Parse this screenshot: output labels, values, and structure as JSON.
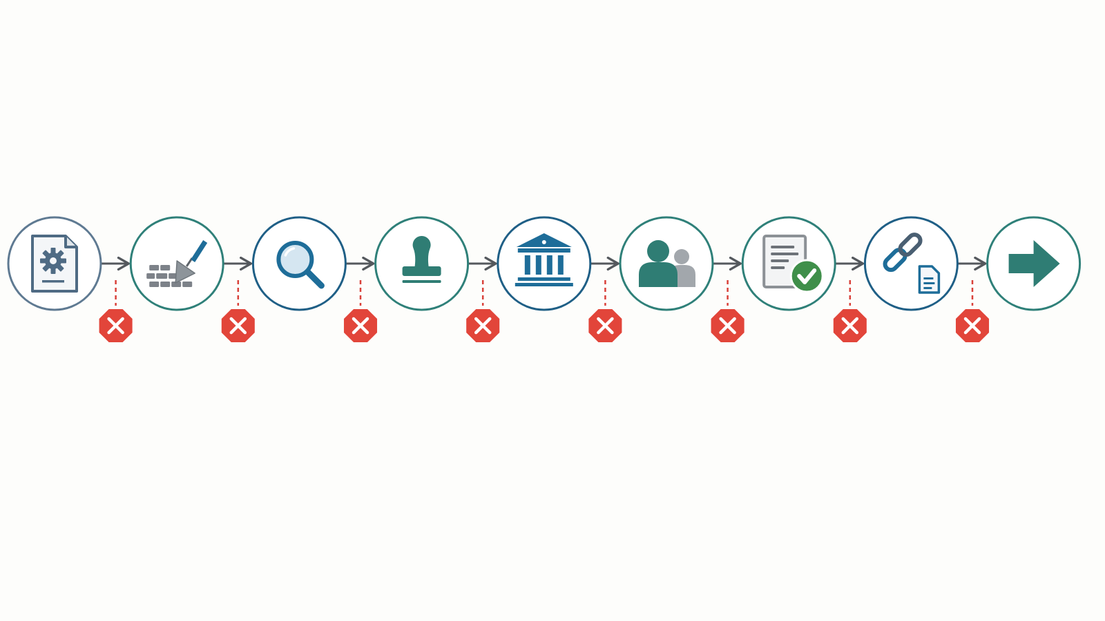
{
  "colors": {
    "background": "#fdfdfb",
    "ring_slate": "#5f7a92",
    "ring_teal": "#2f8079",
    "ring_blue": "#1f5f86",
    "icon_slate": "#4f6b84",
    "icon_gray": "#7d8289",
    "icon_teal": "#2f7d74",
    "icon_blue": "#1e6d99",
    "check_green": "#3f8f4a",
    "arrow_gray": "#54585d",
    "stop_red": "#e2453a",
    "dash_red": "#d9413a"
  },
  "steps": [
    {
      "name": "document-settings-icon",
      "ring": "ring_slate"
    },
    {
      "name": "brick-trowel-icon",
      "ring": "ring_teal"
    },
    {
      "name": "magnifier-icon",
      "ring": "ring_blue"
    },
    {
      "name": "rubber-stamp-icon",
      "ring": "ring_teal"
    },
    {
      "name": "government-building-icon",
      "ring": "ring_blue"
    },
    {
      "name": "people-icon",
      "ring": "ring_teal"
    },
    {
      "name": "document-approved-icon",
      "ring": "ring_teal"
    },
    {
      "name": "link-document-icon",
      "ring": "ring_blue"
    },
    {
      "name": "arrow-right-icon",
      "ring": "ring_teal"
    }
  ],
  "blocker_icon": "stop-x-icon"
}
